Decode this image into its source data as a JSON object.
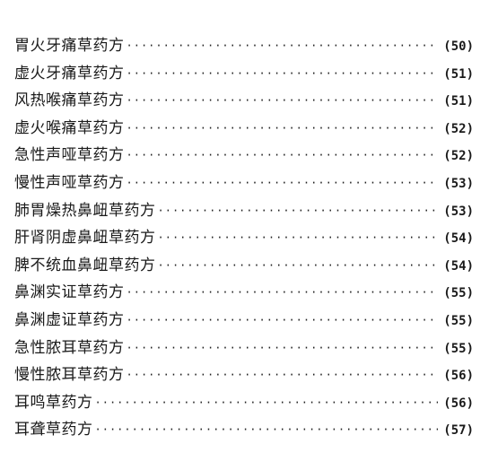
{
  "entries": [
    {
      "title": "胃火牙痛草药方",
      "page": "(50)"
    },
    {
      "title": "虚火牙痛草药方",
      "page": "(51)"
    },
    {
      "title": "风热喉痛草药方",
      "page": "(51)"
    },
    {
      "title": "虚火喉痛草药方",
      "page": "(52)"
    },
    {
      "title": "急性声哑草药方",
      "page": "(52)"
    },
    {
      "title": "慢性声哑草药方",
      "page": "(53)"
    },
    {
      "title": "肺胃燥热鼻衄草药方",
      "page": "(53)"
    },
    {
      "title": "肝肾阴虚鼻衄草药方",
      "page": "(54)"
    },
    {
      "title": "脾不统血鼻衄草药方",
      "page": "(54)"
    },
    {
      "title": "鼻渊实证草药方",
      "page": "(55)"
    },
    {
      "title": "鼻渊虚证草药方",
      "page": "(55)"
    },
    {
      "title": "急性脓耳草药方",
      "page": "(55)"
    },
    {
      "title": "慢性脓耳草药方",
      "page": "(56)"
    },
    {
      "title": "耳鸣草药方",
      "page": "(56)"
    },
    {
      "title": "耳聋草药方",
      "page": "(57)"
    }
  ]
}
